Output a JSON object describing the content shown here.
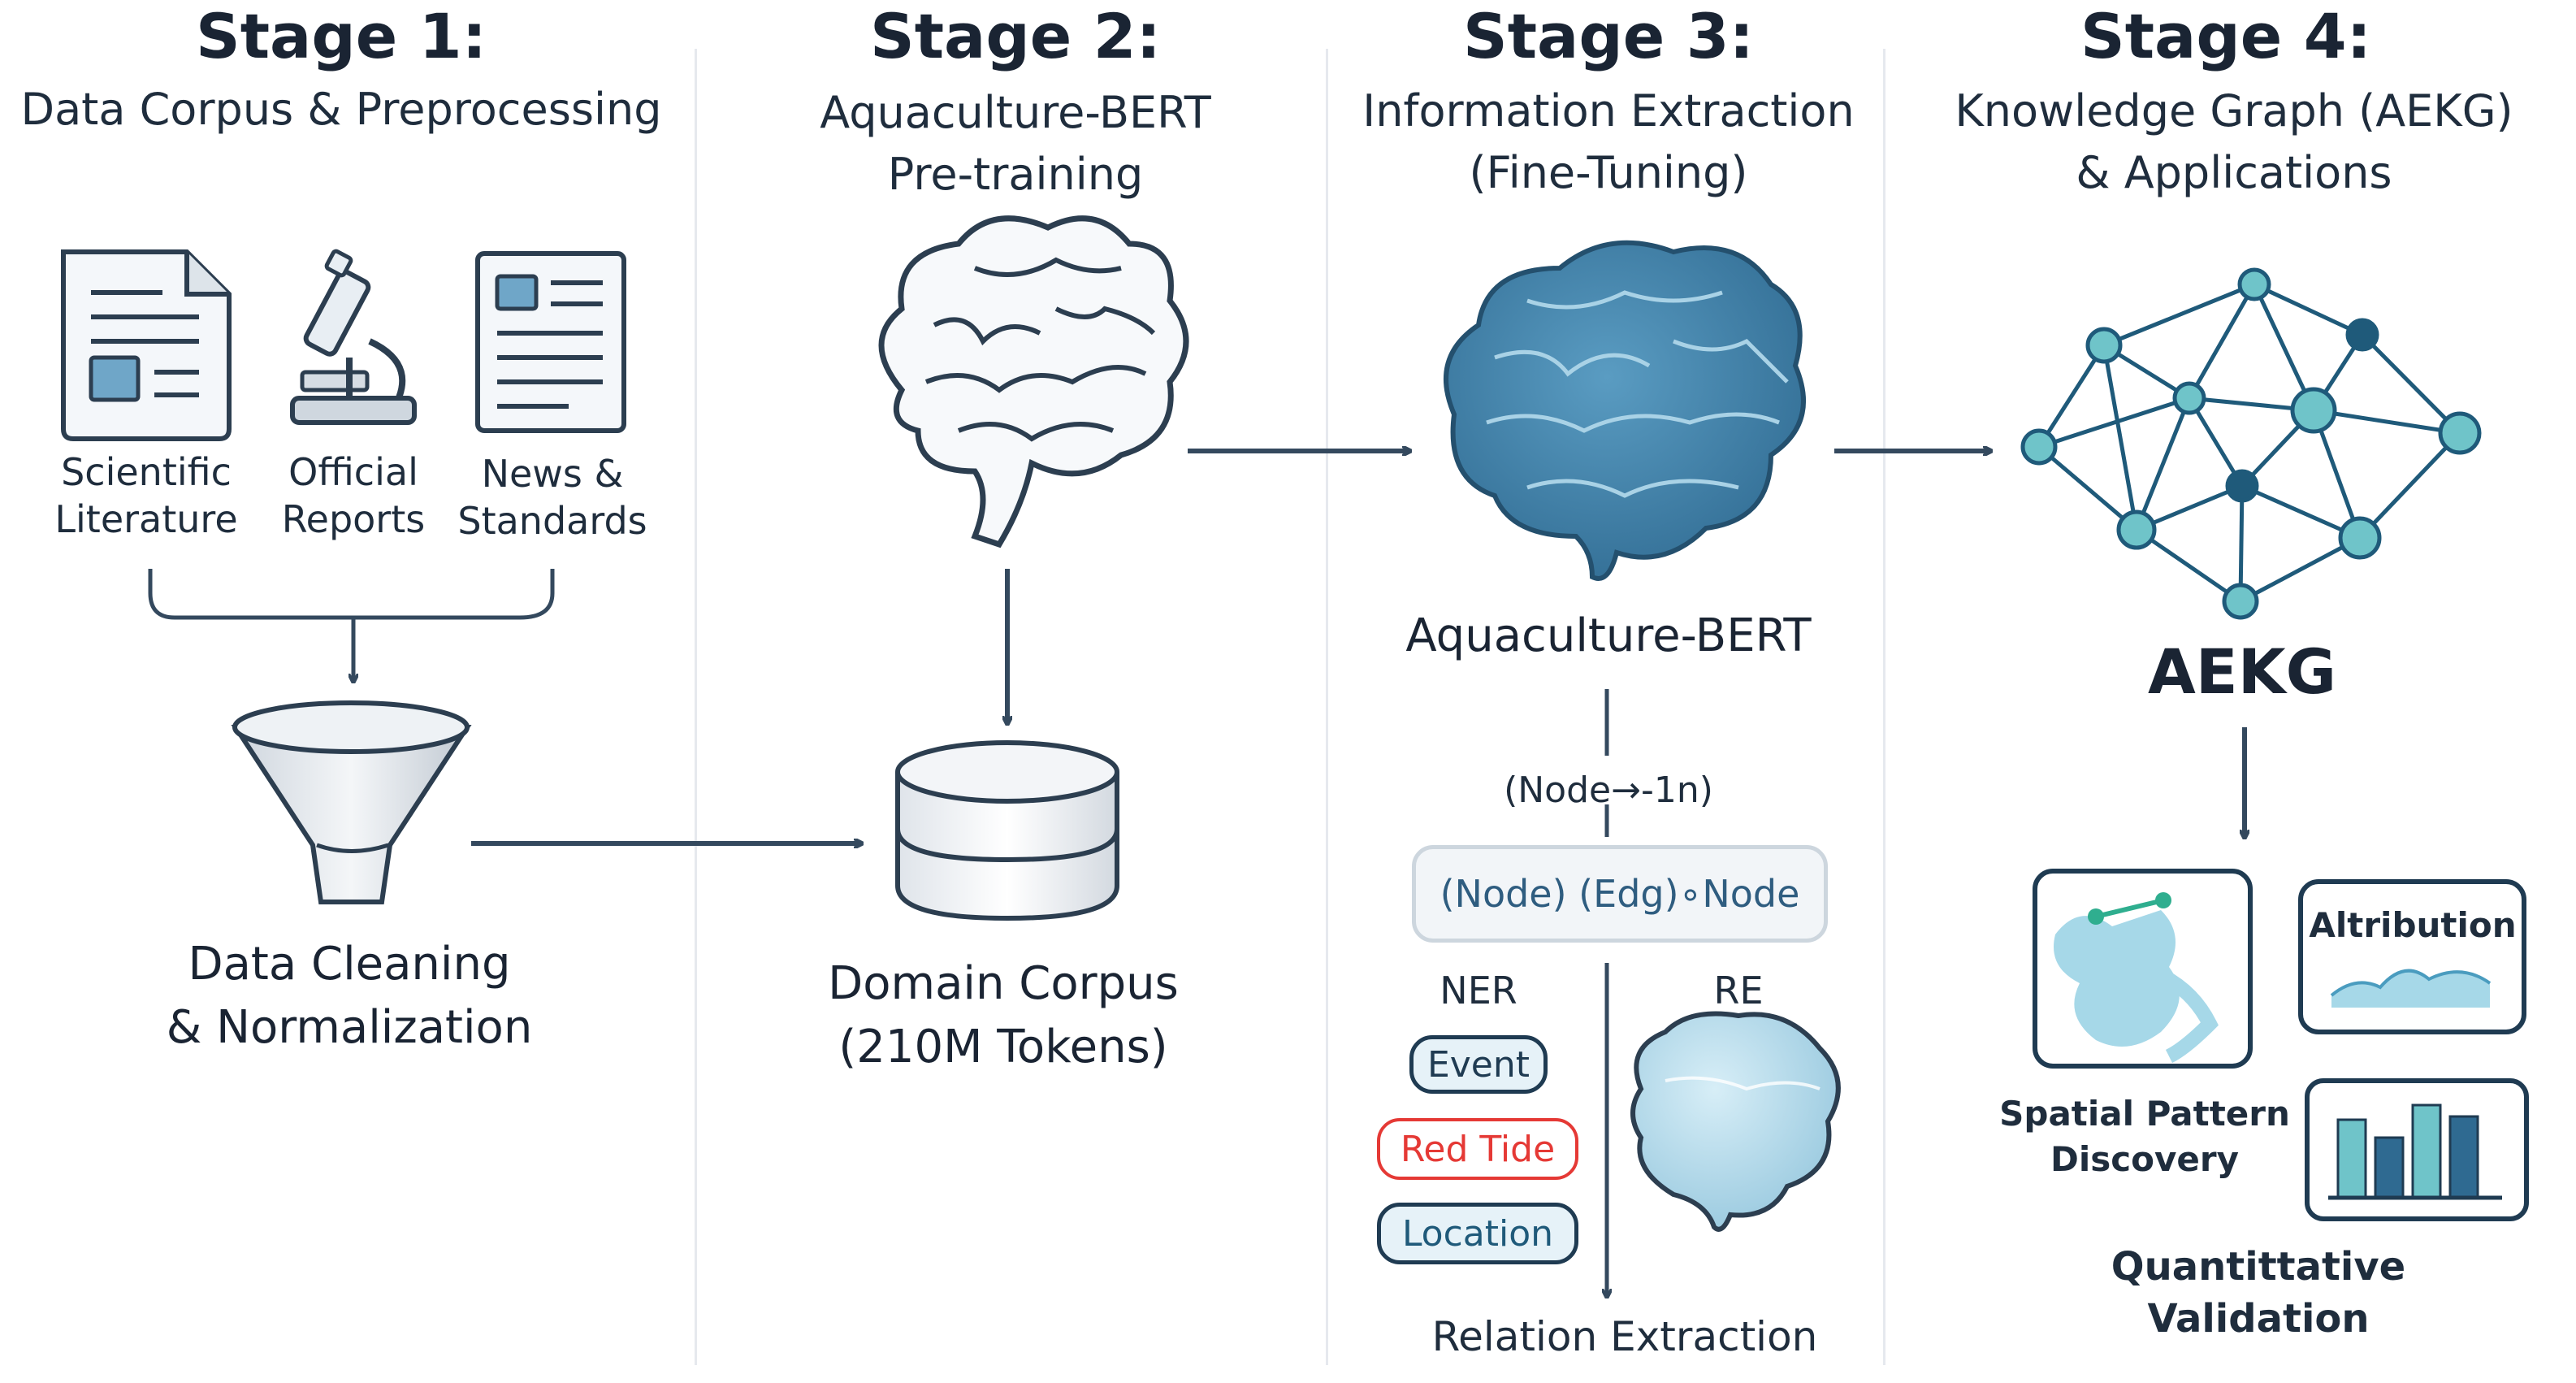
{
  "stages": [
    {
      "title": "Stage 1:",
      "subtitle": [
        "Data Corpus & Preprocessing"
      ]
    },
    {
      "title": "Stage 2:",
      "subtitle": [
        "Aquaculture-BERT",
        "Pre-training"
      ]
    },
    {
      "title": "Stage 3:",
      "subtitle": [
        "Information Extraction",
        "(Fine-Tuning)"
      ]
    },
    {
      "title": "Stage 4:",
      "subtitle": [
        "Knowledge Graph (AEKG)",
        "& Applications"
      ]
    }
  ],
  "stage1": {
    "sources": [
      {
        "line1": "Scientific",
        "line2": "Literature",
        "icon": "document-icon"
      },
      {
        "line1": "Official",
        "line2": "Reports",
        "icon": "microscope-icon"
      },
      {
        "line1": "News &",
        "line2": "Standards",
        "icon": "newspaper-icon"
      }
    ],
    "cleaning": [
      "Data Cleaning",
      "& Normalization"
    ]
  },
  "stage2": {
    "corpus": [
      "Domain Corpus",
      "(210M Tokens)"
    ]
  },
  "stage3": {
    "model": "Aquaculture-BERT",
    "node_label": "(Node→-1n)",
    "triple": "(Node) (Edg)∘Node",
    "ner": "NER",
    "re": "RE",
    "entities": [
      "Event",
      "Red Tide",
      "Location"
    ],
    "relation": "Relation Extraction"
  },
  "stage4": {
    "graph_label": "AEKG",
    "spatial": [
      "Spatial Pattern",
      "Discovery"
    ],
    "attribution": "Altribution",
    "quant": [
      "Quantittative",
      "Validation"
    ]
  },
  "colors": {
    "arrow": "#34495e",
    "brain_blue": "#3f7ea6",
    "graph_teal": "#6fc4c9",
    "graph_dark": "#1f5a7a",
    "red_tide": "#e53935"
  }
}
